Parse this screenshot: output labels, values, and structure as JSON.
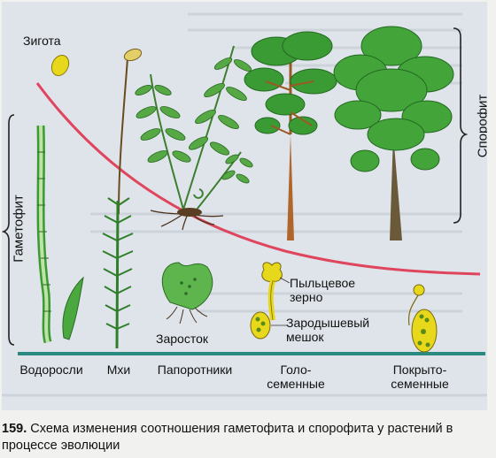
{
  "labels": {
    "zygote": "Зигота",
    "gametophyte": "Гаметофит",
    "sporophyte": "Спорофит",
    "prothallus": "Заросток",
    "pollen_grain": "Пыльцевое\nзерно",
    "embryo_sac": "Зародышевый\nмешок"
  },
  "groups": [
    {
      "label": "Водоросли"
    },
    {
      "label": "Мхи"
    },
    {
      "label": "Папоротники"
    },
    {
      "label": "Голо-\nсеменные"
    },
    {
      "label": "Покрыто-\nсеменные"
    }
  ],
  "caption": {
    "number": "159.",
    "text": "Схема изменения соотношения гаметофита и спорофита у растений в процессе эволюции"
  },
  "colors": {
    "background": "#dfe4ea",
    "curve": "#e0455e",
    "baseline": "#2a8a80",
    "zygote_yellow": "#e8d81c",
    "foliage_green": "#3c9a35",
    "trunk_brown": "#8a5a2a"
  }
}
